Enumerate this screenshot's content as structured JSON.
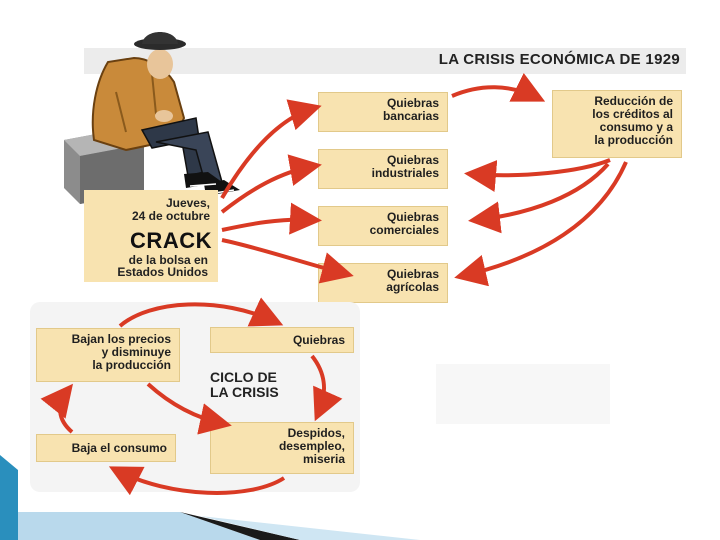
{
  "title": "LA CRISIS ECONÓMICA DE 1929",
  "crack": {
    "date": "Jueves,\n24 de octubre",
    "word": "CRACK",
    "subtitle": "de la bolsa en\nEstados Unidos"
  },
  "effects": [
    "Quiebras\nbancarias",
    "Quiebras\nindustriales",
    "Quiebras\ncomerciales",
    "Quiebras\nagrícolas"
  ],
  "reduction": "Reducción de\nlos créditos al\nconsumo y a\nla producción",
  "cycle": {
    "label": "CICLO DE\nLA CRISIS",
    "steps": {
      "quiebras": "Quiebras",
      "despidos": "Despidos,\ndesempleo,\nmiseria",
      "consumo": "Baja el consumo",
      "precios": "Bajan los precios\ny disminuye\nla producción"
    }
  },
  "colors": {
    "box_fill": "#f8e3b0",
    "arrow": "#d93a24",
    "coat": "#c98a3a"
  }
}
